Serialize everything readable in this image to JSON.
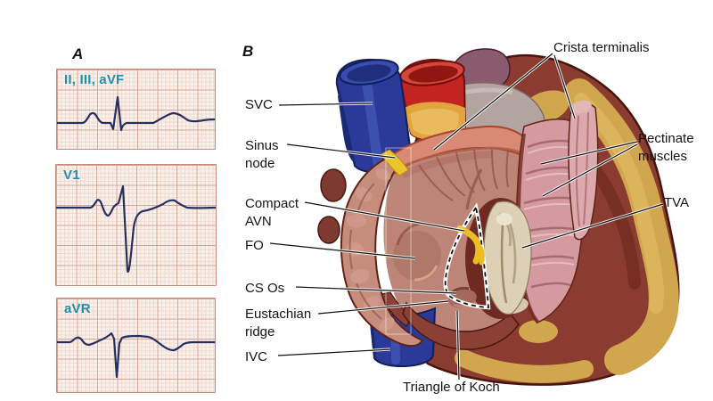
{
  "figure": {
    "panels": [
      {
        "id": "A",
        "label": "A"
      },
      {
        "id": "B",
        "label": "B"
      }
    ],
    "ecg": {
      "strips": [
        {
          "lead": "II, III, aVF"
        },
        {
          "lead": "V1"
        },
        {
          "lead": "aVR"
        }
      ],
      "lead_label_color": "#1f90ad",
      "trace_color": "#262f5f",
      "paper_color": "#faf2ea",
      "grid_minor_color": "#efdbd1",
      "grid_major_color": "#d9a495"
    },
    "anatomy": {
      "labels": [
        {
          "id": "svc",
          "text": "SVC"
        },
        {
          "id": "sinus-node",
          "text": "Sinus node"
        },
        {
          "id": "compact-avn",
          "text": "Compact AVN"
        },
        {
          "id": "fo",
          "text": "FO"
        },
        {
          "id": "cs-os",
          "text": "CS Os"
        },
        {
          "id": "eustachian-ridge",
          "text": "Eustachian ridge"
        },
        {
          "id": "ivc",
          "text": "IVC"
        },
        {
          "id": "crista-terminalis",
          "text": "Crista terminalis"
        },
        {
          "id": "pectinate-muscles",
          "text": "Pectinate muscles"
        },
        {
          "id": "tva",
          "text": "TVA"
        },
        {
          "id": "triangle-of-koch",
          "text": "Triangle of Koch"
        }
      ],
      "colors": {
        "svc_ivc_blue": "#2b3a99",
        "aorta_red": "#c32321",
        "myocardium_maroon": "#8a3c30",
        "epicardial_fat_yellow": "#d0a64e",
        "atrium_wall_pink": "#c68c7c",
        "atrium_interior": "#bd8577",
        "pectinate_pink": "#d59aa0",
        "valve_cream": "#dcd0b6",
        "node_yellow": "#e9bd24",
        "koch_dash_white": "#ffffff",
        "koch_dash_black": "#111111"
      }
    }
  }
}
